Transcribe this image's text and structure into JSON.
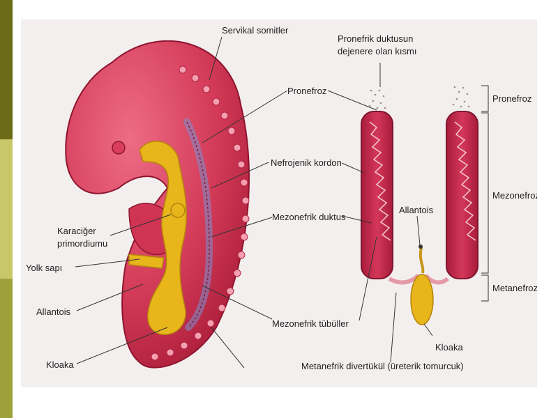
{
  "slide": {
    "colors": {
      "bar_top": "#6b6b18",
      "bar_middle": "#c8c86a",
      "bar_bottom": "#9ea13a",
      "tissue": "#c72a4a",
      "gut_yellow": "#e8b51a"
    }
  },
  "labels": {
    "servikal_somitler": "Servikal somitler",
    "pronefroz_left": "Pronefroz",
    "nefrojenik_kordon": "Nefrojenik kordon",
    "mezonefrik_duktus": "Mezonefrik duktus",
    "mezonefrik_tubuller": "Mezonefrik tübüller",
    "karaciger_1": "Karaciğer",
    "karaciger_2": "primordiumu",
    "yolk_sapi": "Yolk sapı",
    "allantois_left": "Allantois",
    "kloaka_left": "Kloaka",
    "pronefrik_1": "Pronefrik duktusun",
    "pronefrik_2": "dejenere olan kısmı",
    "allantois_right": "Allantois",
    "kloaka_right": "Kloaka",
    "metanefrik": "Metanefrik divertükül (üreterik tomurcuk)",
    "bracket_pronefroz": "Pronefroz",
    "bracket_mezonefroz": "Mezonefroz",
    "bracket_metanefroz": "Metanefroz"
  }
}
